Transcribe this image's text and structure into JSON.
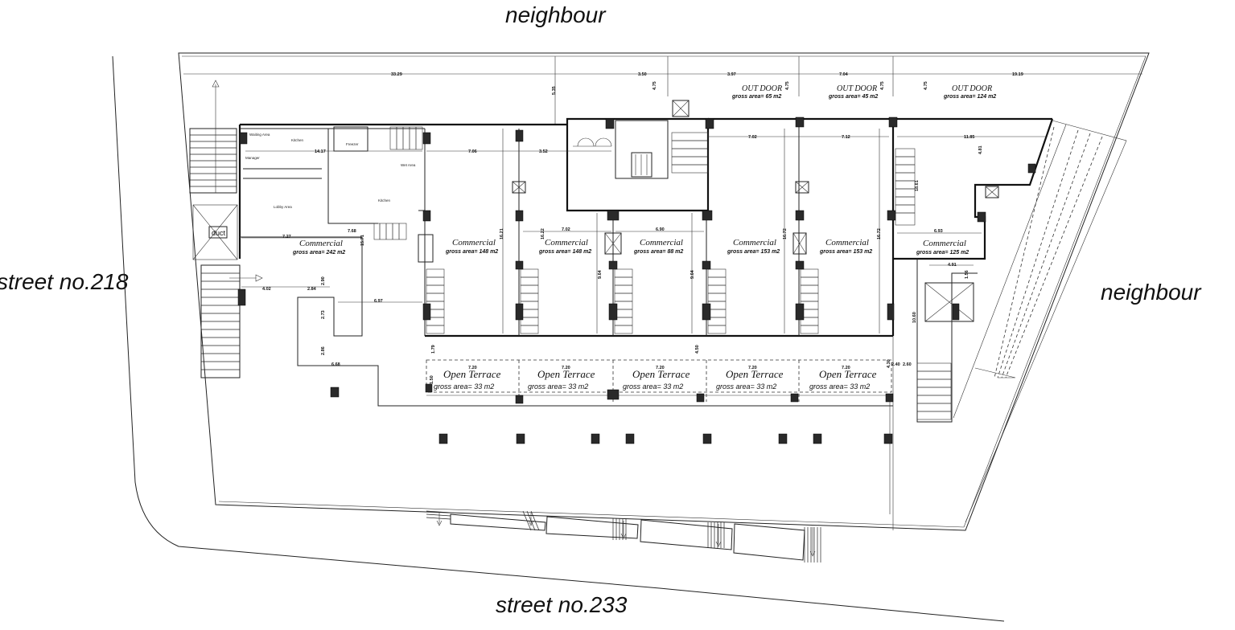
{
  "surroundings": {
    "north": "neighbour",
    "east": "neighbour",
    "west": "street no.218",
    "south": "street no.233"
  },
  "units": [
    {
      "name": "Commercial",
      "gross": "gross area=  242  m2"
    },
    {
      "name": "Commercial",
      "gross": "gross area=  148  m2"
    },
    {
      "name": "Commercial",
      "gross": "gross area=  148  m2"
    },
    {
      "name": "Commercial",
      "gross": "gross area=  88  m2"
    },
    {
      "name": "Commercial",
      "gross": "gross area=  153  m2"
    },
    {
      "name": "Commercial",
      "gross": "gross area=  153  m2"
    },
    {
      "name": "Commercial",
      "gross": "gross area=  125  m2"
    }
  ],
  "terraces": [
    {
      "name": "Open Terrace",
      "gross": "gross area=   33   m2"
    },
    {
      "name": "Open Terrace",
      "gross": "gross area=   33   m2"
    },
    {
      "name": "Open Terrace",
      "gross": "gross area=   33   m2"
    },
    {
      "name": "Open Terrace",
      "gross": "gross area=   33   m2"
    },
    {
      "name": "Open Terrace",
      "gross": "gross area=   33   m2"
    }
  ],
  "outdoors": [
    {
      "name": "OUT DOOR",
      "gross": "gross area=  65  m2"
    },
    {
      "name": "OUT DOOR",
      "gross": "gross area=  45  m2"
    },
    {
      "name": "OUT DOOR",
      "gross": "gross area=  124  m2"
    }
  ],
  "rooms": {
    "waiting": "Waiting Area",
    "kitchen_small": "Kitchen",
    "manager": "Manager",
    "freezer": "Freezer",
    "wet_area": "Wet Area",
    "kitchen": "Kitchen",
    "lobby": "Lobby Area",
    "duct": "duct"
  },
  "dimensions": {
    "top_total": "33.29",
    "top_a": "3.50",
    "top_b": "3.97",
    "top_c": "7.04",
    "top_d": "19.19",
    "v_a": "5.35",
    "v_b": "4.75",
    "v_c": "4.75",
    "v_d": "4.75",
    "v_e": "4.75",
    "d_1417": "14.17",
    "d_706": "7.06",
    "d_352": "3.52",
    "d_702": "7.02",
    "d_712": "7.12",
    "d_1185": "11.85",
    "d_481": "4.81",
    "d_1861": "18.61",
    "d_727": "7.27",
    "d_768": "7.68",
    "d_1571": "15.71",
    "d_1621": "16.21",
    "d_1622": "16.22",
    "d_702b": "7.02",
    "d_690": "6.90",
    "d_1672a": "16.72",
    "d_1672b": "16.72",
    "d_693": "6.93",
    "d_491": "4.91",
    "d_156": "1.56",
    "d_402": "4.02",
    "d_284": "2.84",
    "d_290": "2.90",
    "d_273": "2.73",
    "d_697": "6.97",
    "d_964a": "9.64",
    "d_964b": "9.64",
    "d_1060": "10.60",
    "d_179": "1.79",
    "d_286": "2.86",
    "d_668": "6.68",
    "d_720a": "7.20",
    "d_720b": "7.20",
    "d_720c": "7.20",
    "d_720d": "7.20",
    "d_720e": "7.20",
    "d_450": "4.50",
    "d_240": "2.40",
    "d_150": "1.50",
    "d_430": "4.30",
    "d_260": "2.60"
  }
}
